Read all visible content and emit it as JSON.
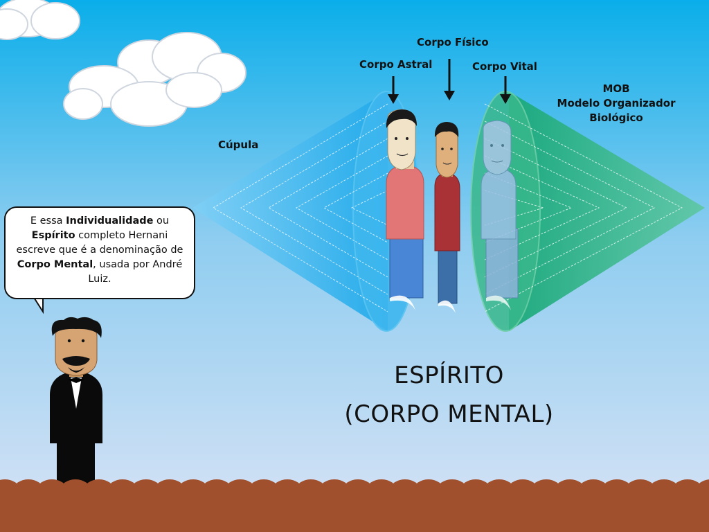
{
  "labels": {
    "corpo_fisico": "Corpo Físico",
    "corpo_astral": "Corpo Astral",
    "corpo_vital": "Corpo Vital",
    "mob": "MOB",
    "mob_line2": "Modelo Organizador",
    "mob_line3": "Biológico",
    "cupula": "Cúpula"
  },
  "bubble": {
    "t1": "E essa ",
    "b1": "Individualidade",
    "t2": " ou ",
    "b2": "Espírito",
    "t3": " completo Hernani escreve que é a denominação de ",
    "b3": "Corpo Mental",
    "t4": ", usada por André Luiz."
  },
  "title": {
    "line1": "ESPÍRITO",
    "line2": "(CORPO MENTAL)"
  },
  "colors": {
    "sky_top": "#0AAEEA",
    "sky_bottom": "#D9E3F5",
    "ground": "#A0502C",
    "cone_blue": "#38B8EE",
    "cone_green": "#2CB47E",
    "astral_shirt": "#E27676",
    "fisico_shirt": "#A83236"
  }
}
